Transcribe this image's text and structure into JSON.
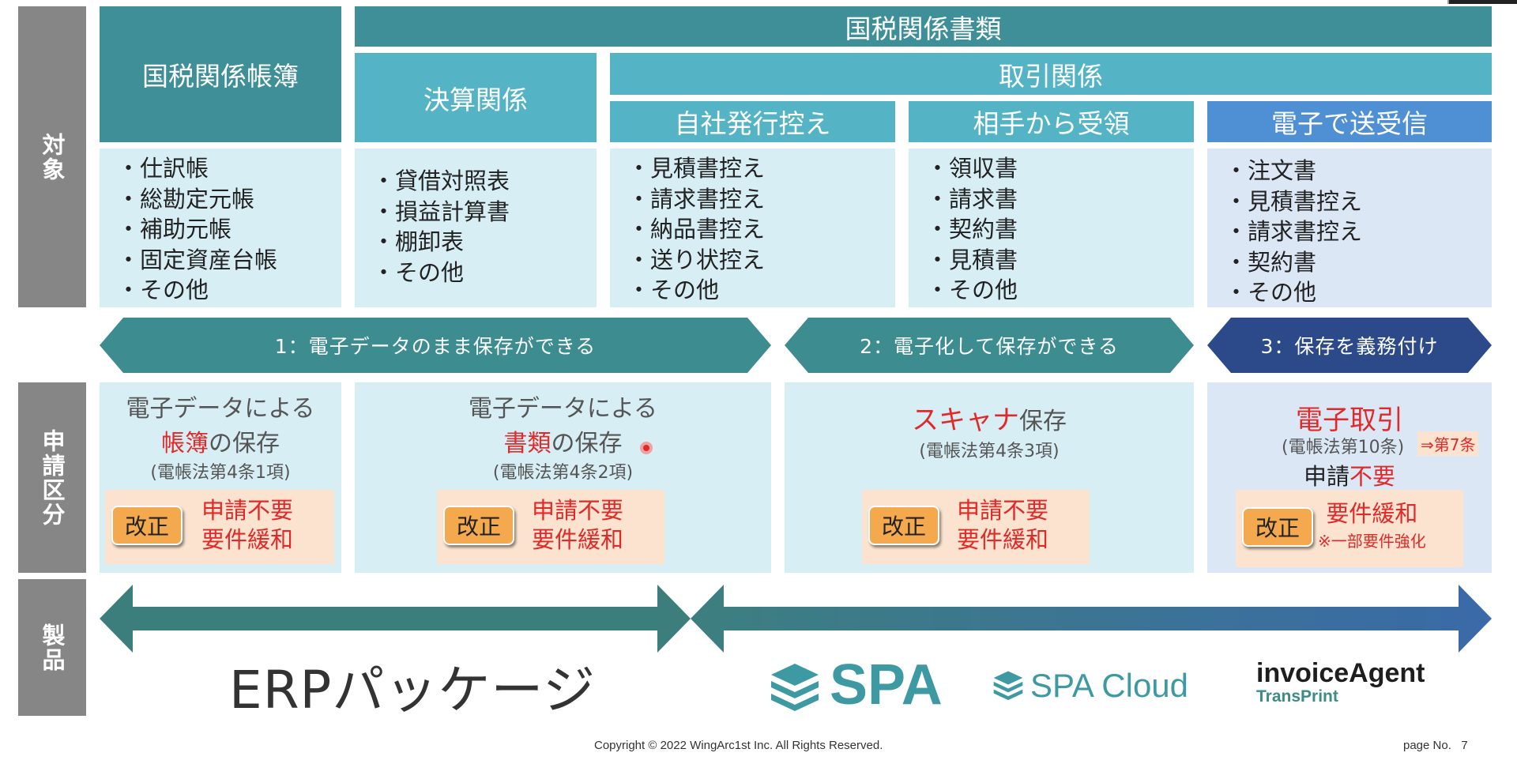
{
  "sides": {
    "target": "対象",
    "application": "申請区分",
    "products": "製品"
  },
  "headers": {
    "national_books": "国税関係帳簿",
    "national_docs": "国税関係書類",
    "settlement": "決算関係",
    "transactions": "取引関係",
    "self_issued": "自社発行控え",
    "received": "相手から受領",
    "electronic": "電子で送受信"
  },
  "lists": {
    "books": [
      "・仕訳帳",
      "・総勘定元帳",
      "・補助元帳",
      "・固定資産台帳",
      "・その他"
    ],
    "settlement": [
      "・貸借対照表",
      "・損益計算書",
      "・棚卸表",
      "・その他"
    ],
    "self_issued": [
      "・見積書控え",
      "・請求書控え",
      "・納品書控え",
      "・送り状控え",
      "・その他"
    ],
    "received": [
      "・領収書",
      "・請求書",
      "・契約書",
      "・見積書",
      "・その他"
    ],
    "electronic": [
      "・注文書",
      "・見積書控え",
      "・請求書控え",
      "・契約書",
      "・その他"
    ]
  },
  "banners": {
    "b1": "1：電子データのまま保存ができる",
    "b2": "2：電子化して保存ができる",
    "b3": "3：保存を義務付け"
  },
  "cells": {
    "c1": {
      "line1": "電子データによる",
      "red": "帳簿",
      "rest": "の保存",
      "note": "(電帳法第4条1項)"
    },
    "c2": {
      "line1": "電子データによる",
      "red": "書類",
      "rest": "の保存",
      "note": "(電帳法第4条2項)"
    },
    "c3": {
      "red": "スキャナ",
      "rest": "保存",
      "note": "(電帳法第4条3項)"
    },
    "c4": {
      "red": "電子取引",
      "note": "(電帳法第10条)",
      "article": "⇒第7条",
      "plain": "申請",
      "red2": "不要"
    }
  },
  "kaisei": {
    "label": "改正",
    "req1": "申請不要",
    "req2": "要件緩和",
    "req4": "要件緩和",
    "req4note": "※一部要件強化"
  },
  "products": {
    "erp": "ERPパッケージ",
    "spa": "SPA",
    "spa_cloud": "SPA Cloud",
    "invoice_agent": "invoiceAgent",
    "transprint": "TransPrint"
  },
  "footer": {
    "copyright": "Copyright © 2022 WingArc1st Inc.  All Rights Reserved.",
    "page": "page No.   7"
  },
  "colors": {
    "teal_dark": "#3f8f98",
    "teal": "#54b4c6",
    "blue": "#4f8fd3",
    "navy": "#2c4a8a",
    "red": "#e02a2a",
    "orange": "#f4a94f"
  }
}
